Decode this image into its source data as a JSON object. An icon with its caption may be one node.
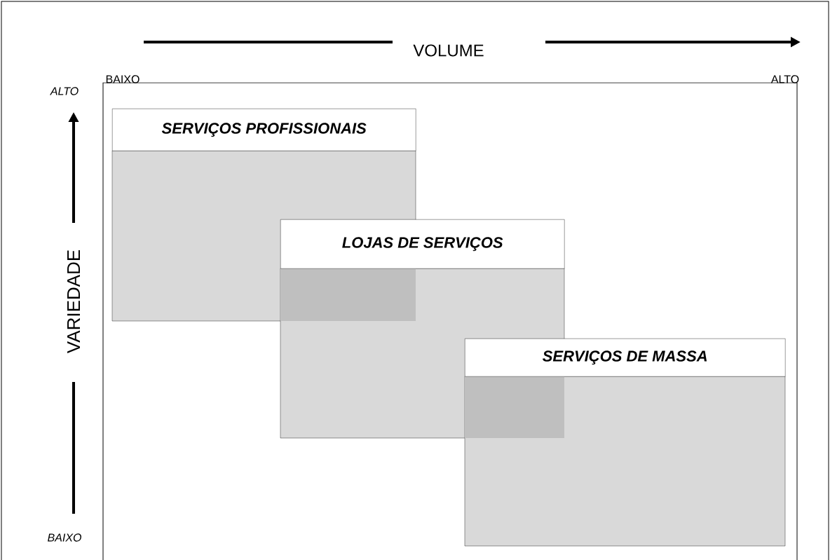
{
  "diagram": {
    "nodes": [
      {
        "text": [
          "SERVIÇOS PROFISSIONAIS"
        ]
      },
      {
        "text": [
          "LOJAS DE SERVIÇOS"
        ]
      },
      {
        "text": [
          "SERVIÇOS DE MASSA"
        ]
      }
    ],
    "labels": [
      "VOLUME",
      "BAIXO",
      "ALTO",
      "ALTO",
      "VARIEDADE",
      "BAIXO"
    ]
  }
}
